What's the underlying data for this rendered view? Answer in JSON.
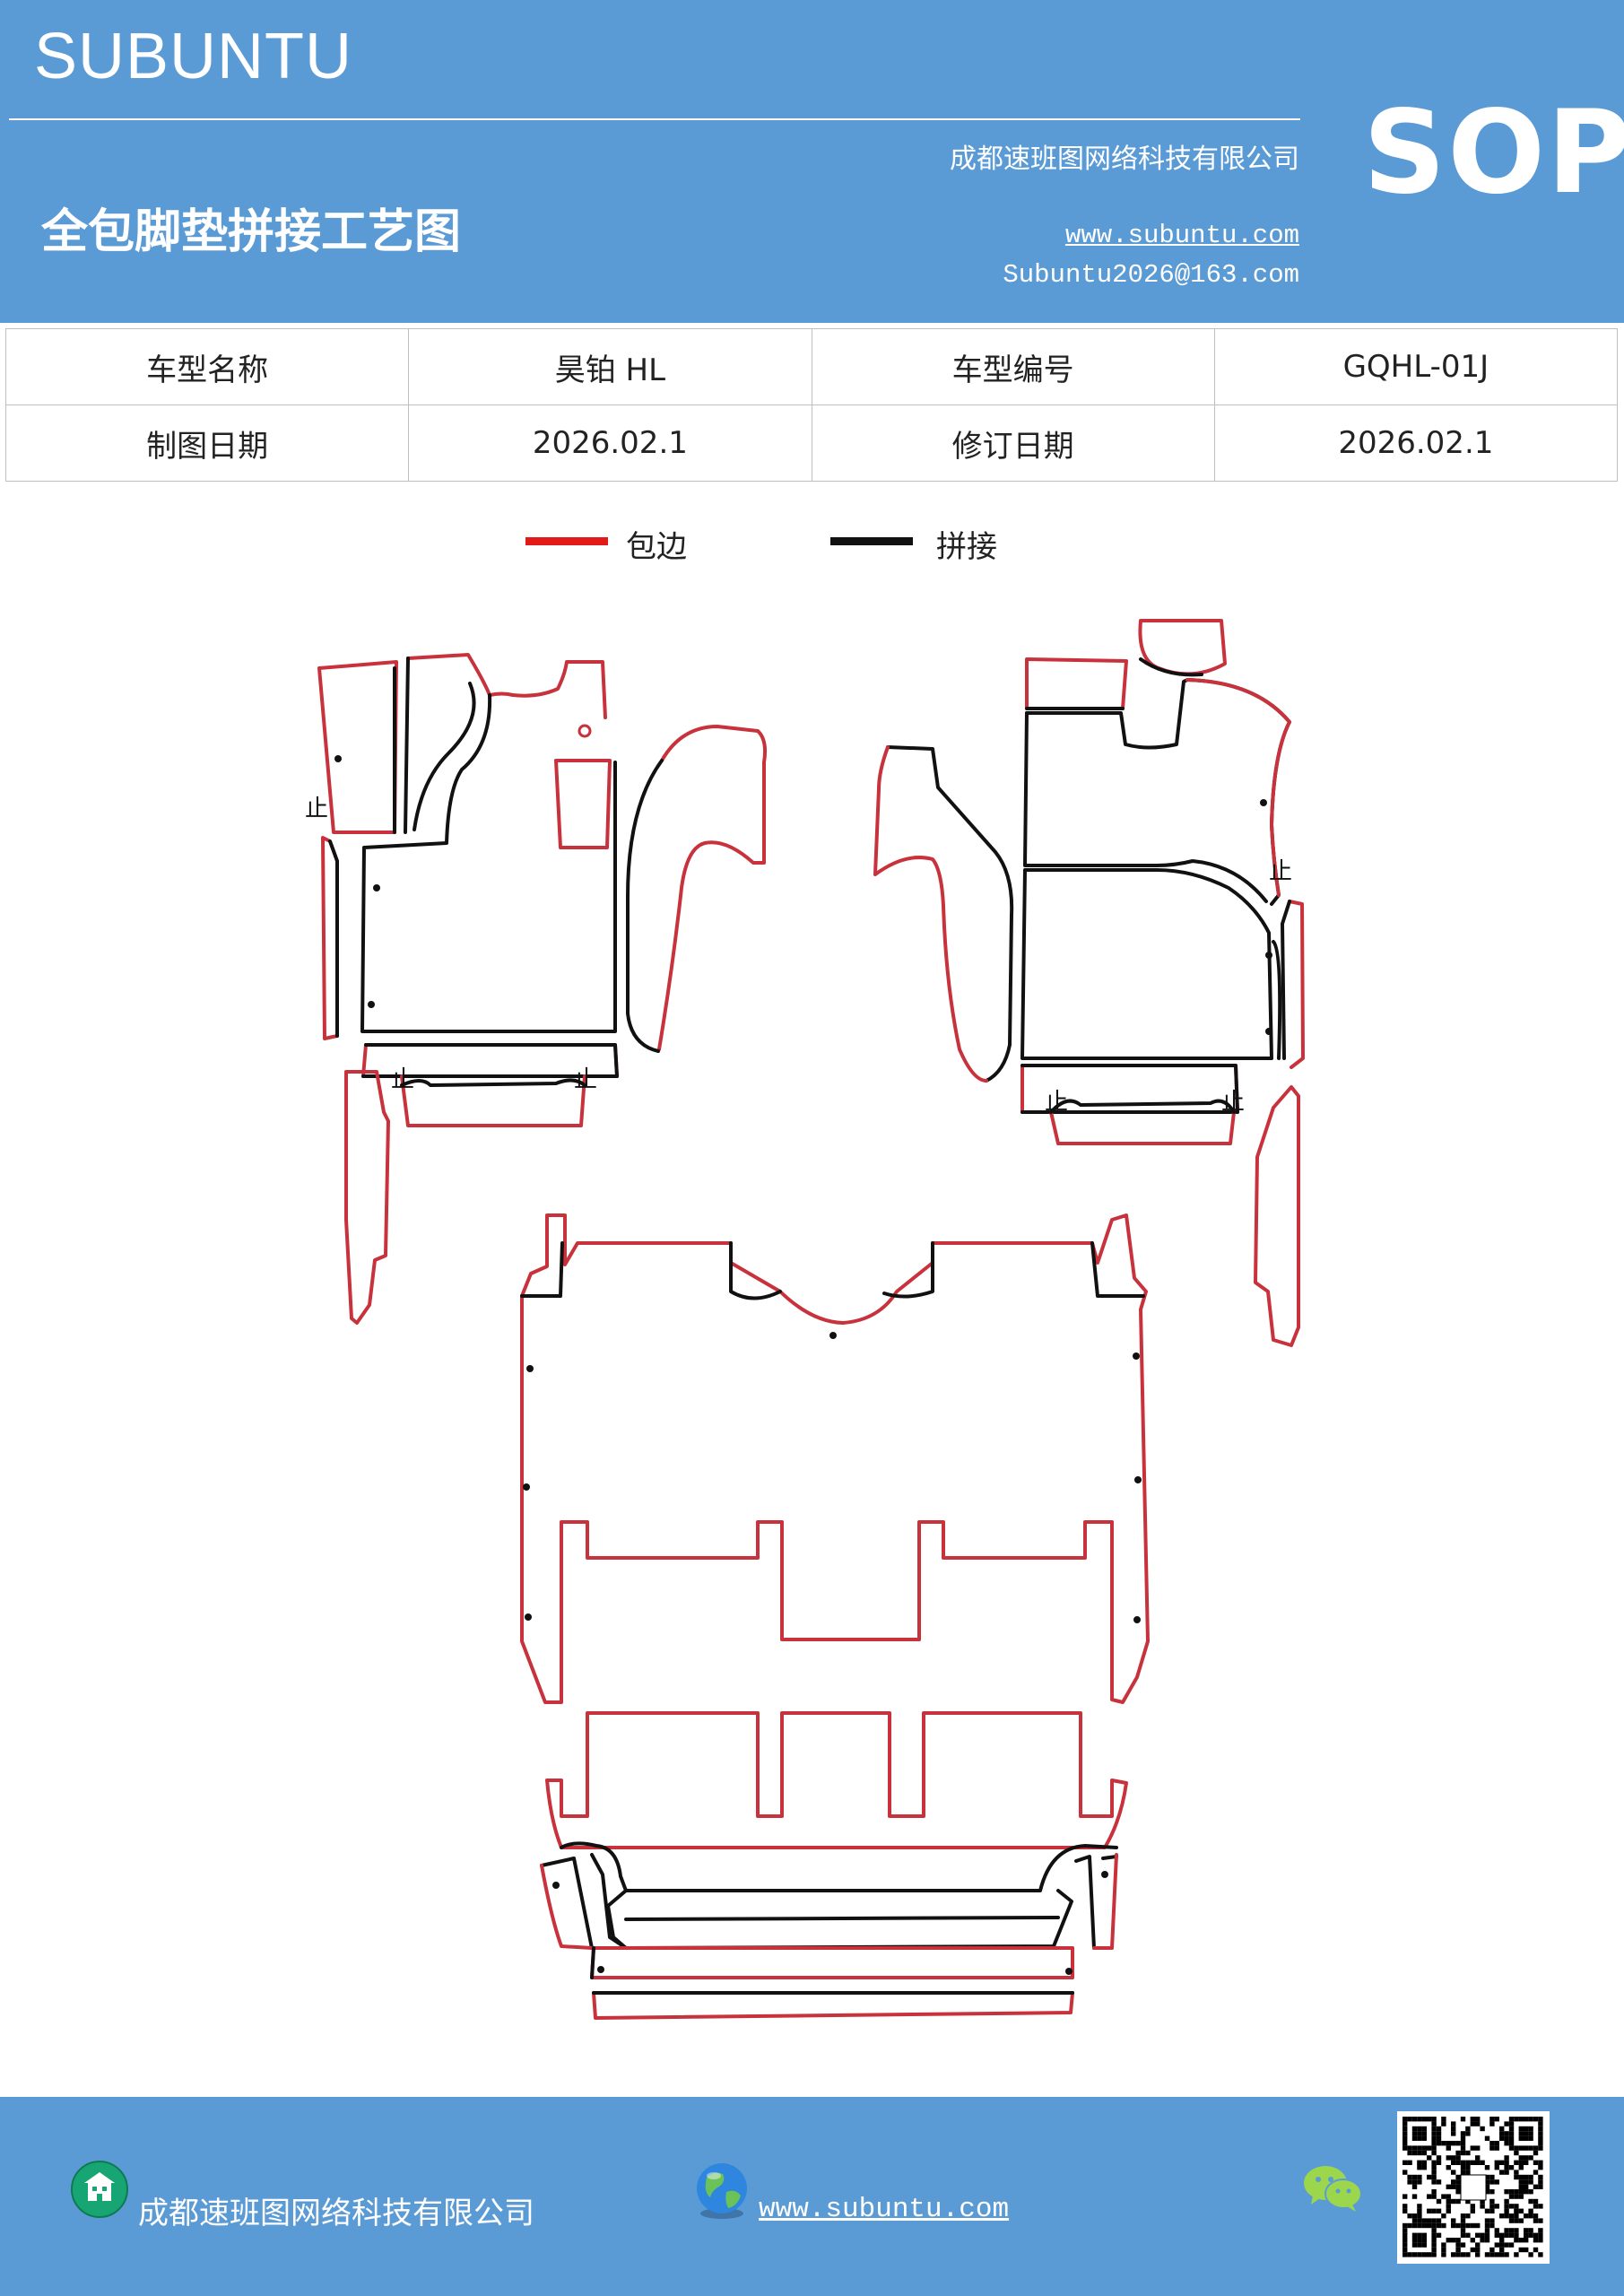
{
  "header": {
    "brand": "SUBUNTU",
    "badge": "SOP",
    "company": "成都速班图网络科技有限公司",
    "title": "全包脚垫拼接工艺图",
    "website": "www.subuntu.com",
    "email": "Subuntu2026@163.com"
  },
  "info_table": {
    "rows": [
      [
        "车型名称",
        "昊铂 HL",
        "车型编号",
        "GQHL-01J"
      ],
      [
        "制图日期",
        "2026.02.1",
        "修订日期",
        "2026.02.1"
      ]
    ]
  },
  "legend": {
    "items": [
      {
        "label": "包边",
        "color": "#e31a1a"
      },
      {
        "label": "拼接",
        "color": "#111111"
      }
    ]
  },
  "drawing": {
    "stop_mark": "止",
    "edge_color": "#c8323c",
    "seam_color": "#111111"
  },
  "footer": {
    "company": "成都速班图网络科技有限公司",
    "website": "www.subuntu.com",
    "icons": [
      "building-icon",
      "globe-icon",
      "wechat-icon",
      "qr-code"
    ]
  }
}
